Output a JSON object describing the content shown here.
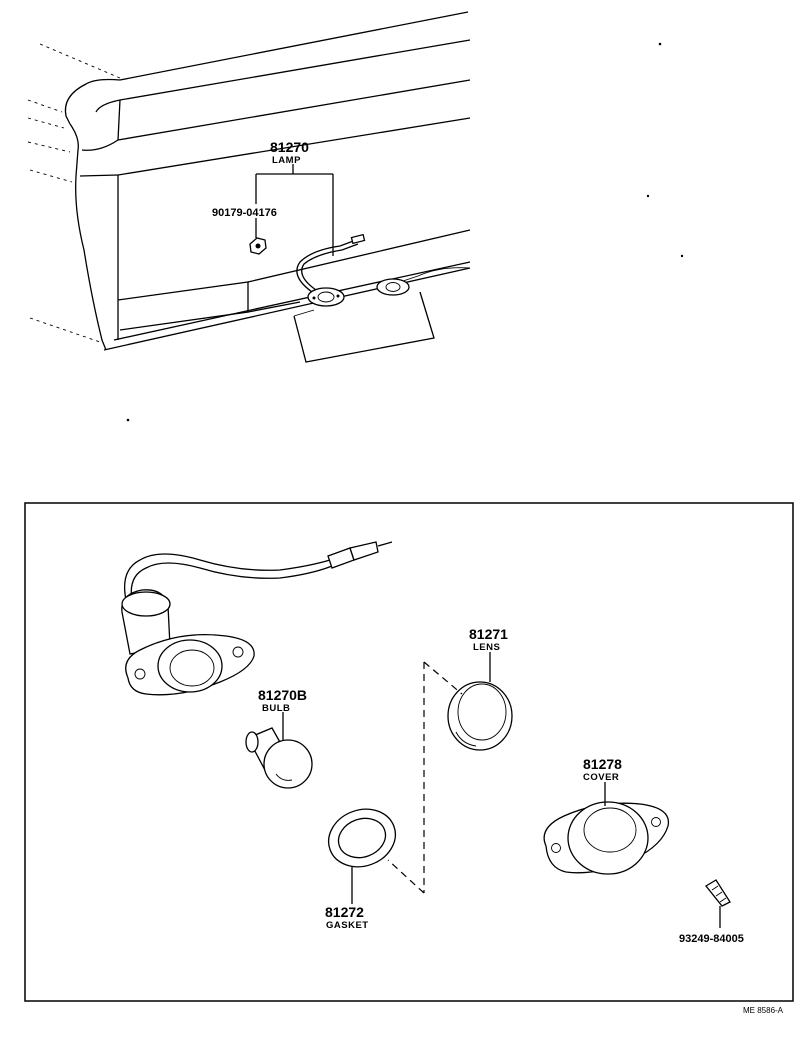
{
  "overview": {
    "lamp": {
      "number": "81270",
      "name": "LAMP"
    },
    "nut": {
      "number": "90179-04176"
    }
  },
  "detail": {
    "lens": {
      "number": "81271",
      "name": "LENS"
    },
    "bulb": {
      "number": "81270B",
      "name": "BULB"
    },
    "cover": {
      "number": "81278",
      "name": "COVER"
    },
    "gasket": {
      "number": "81272",
      "name": "GASKET"
    },
    "screw": {
      "number": "93249-84005"
    }
  },
  "figure_ref": "ME 8586-A"
}
